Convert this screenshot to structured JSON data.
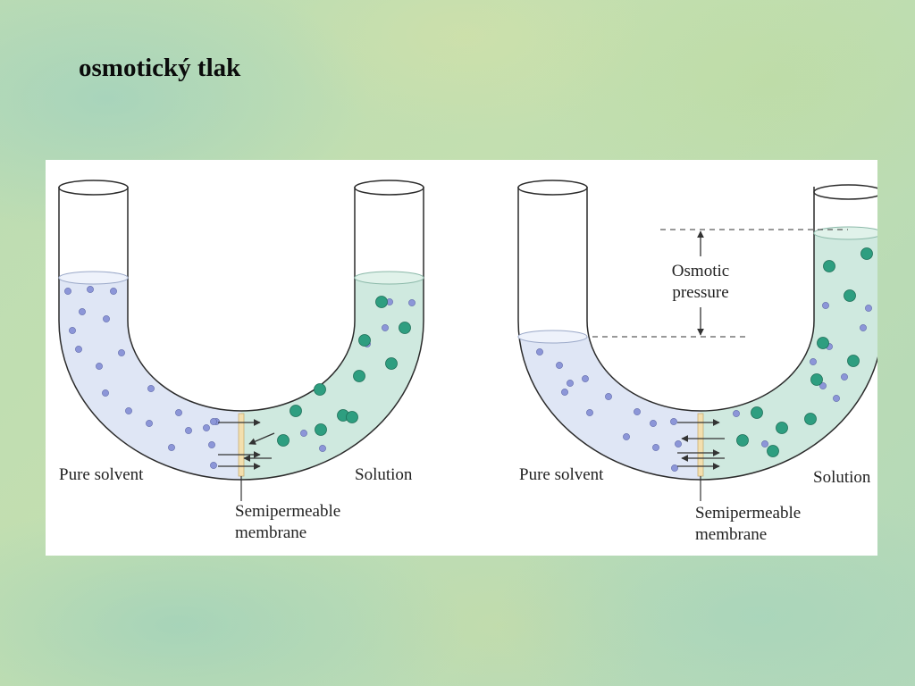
{
  "slide": {
    "title": "osmotický tlak"
  },
  "diagram": {
    "left_panel": {
      "pure_solvent_label": "Pure solvent",
      "solution_label": "Solution",
      "membrane_label_line1": "Semipermeable",
      "membrane_label_line2": "membrane"
    },
    "right_panel": {
      "pure_solvent_label": "Pure solvent",
      "solution_label": "Solution",
      "membrane_label_line1": "Semipermeable",
      "membrane_label_line2": "membrane",
      "pressure_label_line1": "Osmotic",
      "pressure_label_line2": "pressure"
    },
    "colors": {
      "solvent_fill": "#dfe6f5",
      "solution_fill": "#cfe9df",
      "solvent_particle": "#8c96d8",
      "solute_particle": "#2e9e80",
      "membrane": "#f3dfae",
      "tube_outline": "#2b2b2b"
    }
  }
}
